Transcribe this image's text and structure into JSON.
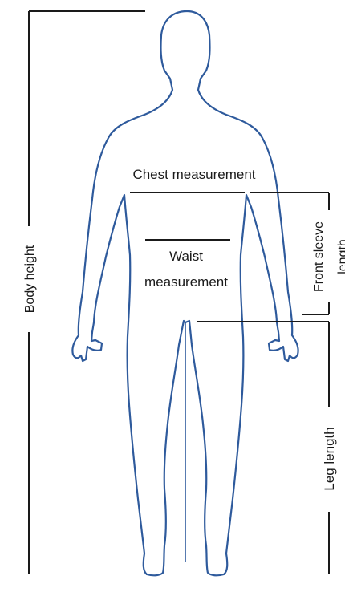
{
  "diagram": {
    "body_height_label": "Body height",
    "chest_label": "Chest measurement",
    "waist_label_line1": "Waist",
    "waist_label_line2": "measurement",
    "sleeve_label_line1": "Front sleeve",
    "sleeve_label_line2": "length",
    "leg_label": "Leg length",
    "outline_color": "#2e5a9c",
    "line_color": "#1a1a1a"
  }
}
